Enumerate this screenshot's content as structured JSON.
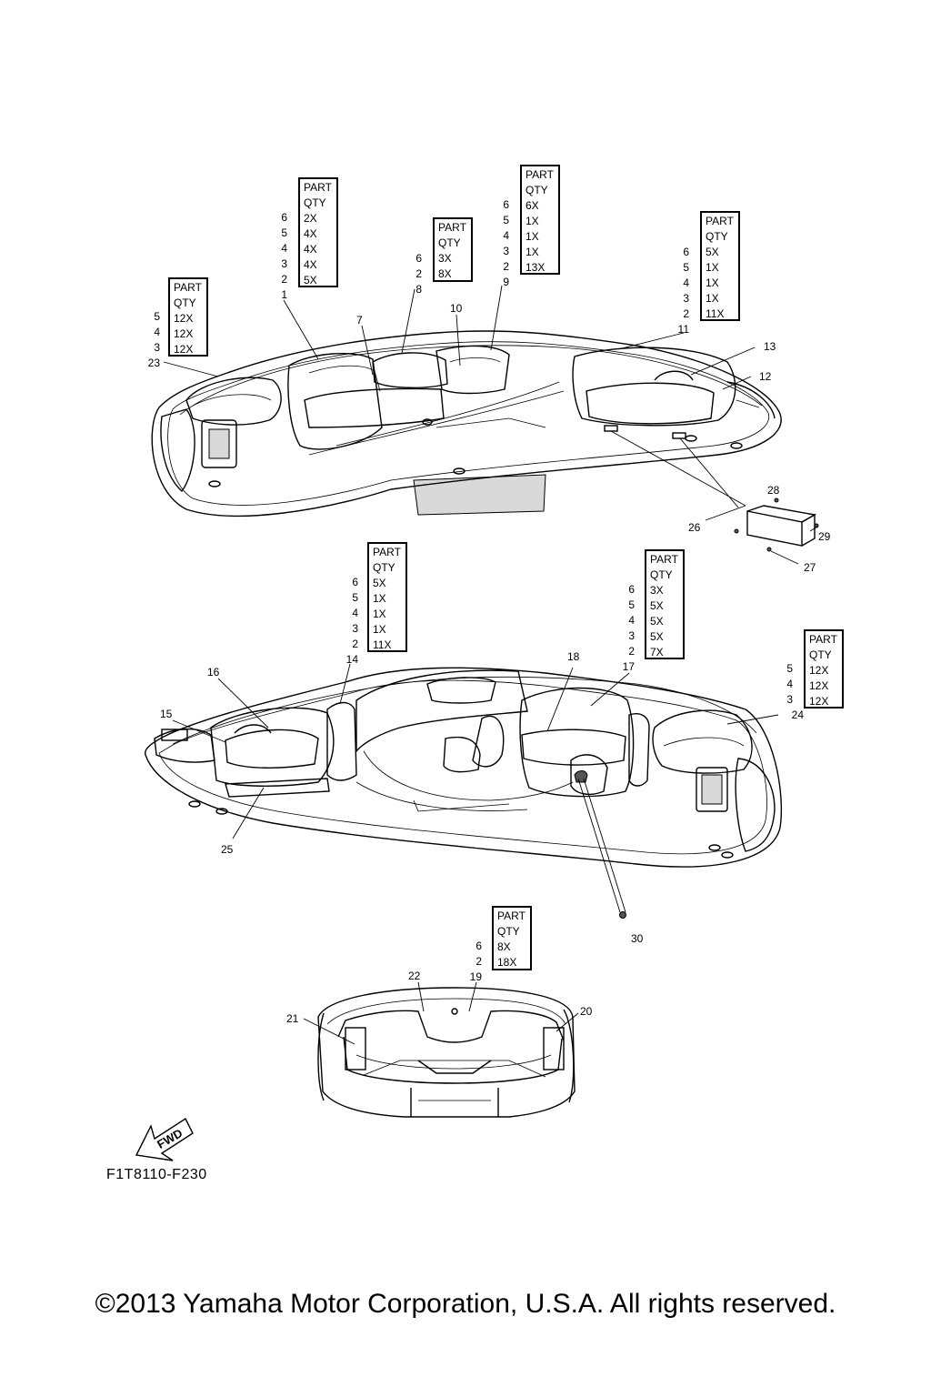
{
  "qty_tables": [
    {
      "id": "t1",
      "header": [
        "PART",
        "QTY"
      ],
      "rows": [
        {
          "part": "6",
          "qty": "2X"
        },
        {
          "part": "5",
          "qty": "4X"
        },
        {
          "part": "4",
          "qty": "4X"
        },
        {
          "part": "3",
          "qty": "4X"
        },
        {
          "part": "2",
          "qty": "5X"
        }
      ],
      "ref": "1"
    },
    {
      "id": "t2",
      "header": [
        "PART",
        "QTY"
      ],
      "rows": [
        {
          "part": "6",
          "qty": "3X"
        },
        {
          "part": "2",
          "qty": "8X"
        }
      ],
      "ref": "8"
    },
    {
      "id": "t3",
      "header": [
        "PART",
        "QTY"
      ],
      "rows": [
        {
          "part": "6",
          "qty": "6X"
        },
        {
          "part": "5",
          "qty": "1X"
        },
        {
          "part": "4",
          "qty": "1X"
        },
        {
          "part": "3",
          "qty": "1X"
        },
        {
          "part": "2",
          "qty": "13X"
        }
      ],
      "ref": "9"
    },
    {
      "id": "t4",
      "header": [
        "PART",
        "QTY"
      ],
      "rows": [
        {
          "part": "6",
          "qty": "5X"
        },
        {
          "part": "5",
          "qty": "1X"
        },
        {
          "part": "4",
          "qty": "1X"
        },
        {
          "part": "3",
          "qty": "1X"
        },
        {
          "part": "2",
          "qty": "11X"
        }
      ],
      "ref": "11"
    },
    {
      "id": "t5",
      "header": [
        "PART",
        "QTY"
      ],
      "rows": [
        {
          "part": "5",
          "qty": "12X"
        },
        {
          "part": "4",
          "qty": "12X"
        },
        {
          "part": "3",
          "qty": "12X"
        }
      ],
      "ref": "23"
    },
    {
      "id": "t6",
      "header": [
        "PART",
        "QTY"
      ],
      "rows": [
        {
          "part": "6",
          "qty": "5X"
        },
        {
          "part": "5",
          "qty": "1X"
        },
        {
          "part": "4",
          "qty": "1X"
        },
        {
          "part": "3",
          "qty": "1X"
        },
        {
          "part": "2",
          "qty": "11X"
        }
      ],
      "ref": "14"
    },
    {
      "id": "t7",
      "header": [
        "PART",
        "QTY"
      ],
      "rows": [
        {
          "part": "6",
          "qty": "3X"
        },
        {
          "part": "5",
          "qty": "5X"
        },
        {
          "part": "4",
          "qty": "5X"
        },
        {
          "part": "3",
          "qty": "5X"
        },
        {
          "part": "2",
          "qty": "7X"
        }
      ],
      "ref": "17"
    },
    {
      "id": "t8",
      "header": [
        "PART",
        "QTY"
      ],
      "rows": [
        {
          "part": "5",
          "qty": "12X"
        },
        {
          "part": "4",
          "qty": "12X"
        },
        {
          "part": "3",
          "qty": "12X"
        }
      ],
      "ref": "24"
    },
    {
      "id": "t9",
      "header": [
        "PART",
        "QTY"
      ],
      "rows": [
        {
          "part": "6",
          "qty": "8X"
        },
        {
          "part": "2",
          "qty": "18X"
        }
      ],
      "ref": "19"
    }
  ],
  "callouts": [
    "7",
    "10",
    "13",
    "12",
    "28",
    "29",
    "26",
    "27",
    "16",
    "15",
    "18",
    "25",
    "30",
    "22",
    "21",
    "20"
  ],
  "fwd_label": "FWD",
  "drawing_code": "F1T8110-F230",
  "copyright": "©2013 Yamaha Motor Corporation, U.S.A. All rights reserved."
}
